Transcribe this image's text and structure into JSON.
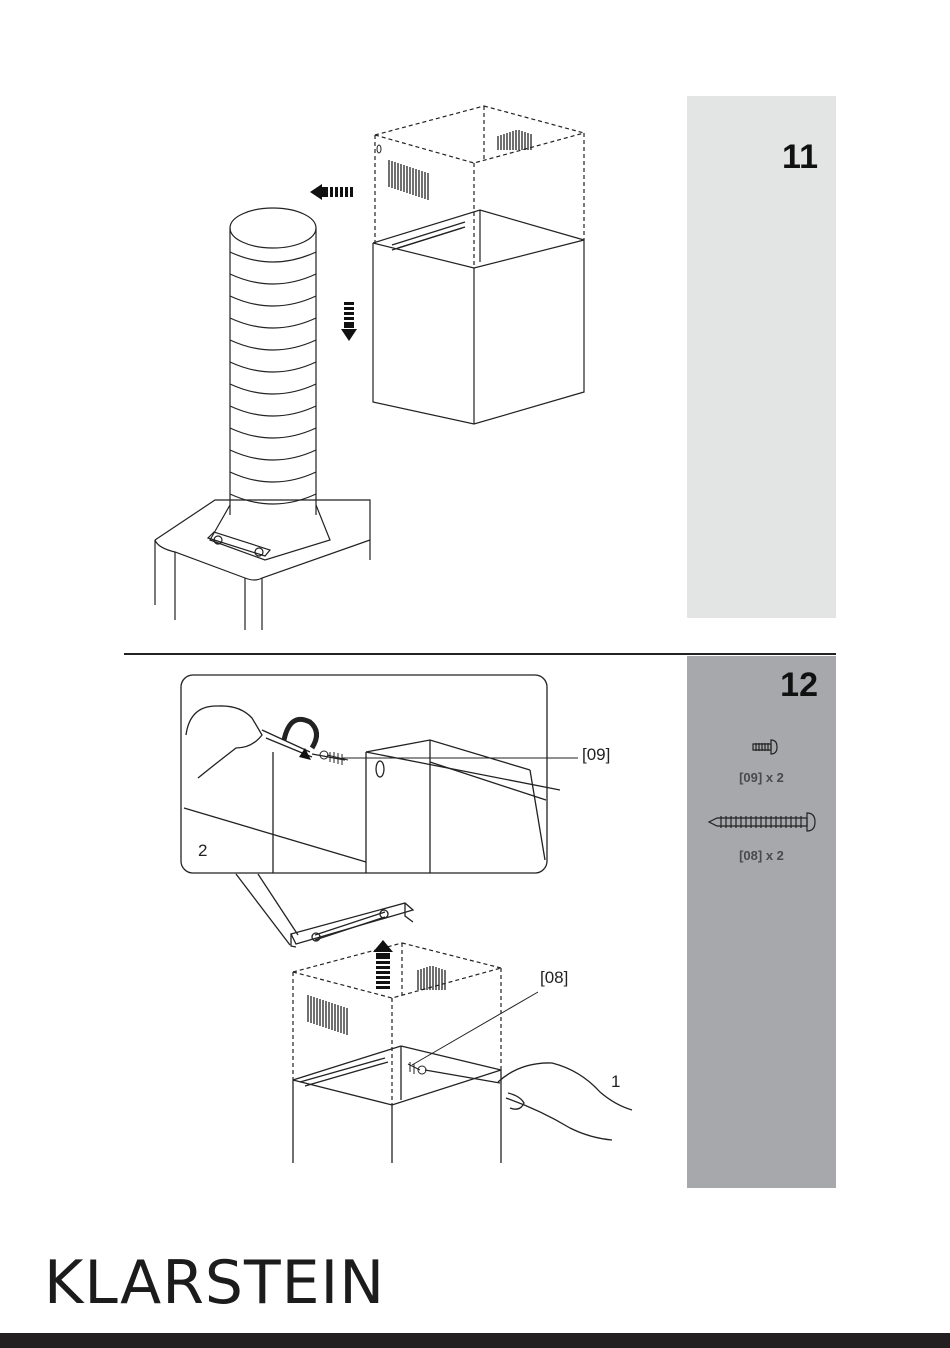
{
  "steps": [
    {
      "number": "11"
    },
    {
      "number": "12"
    }
  ],
  "parts": [
    {
      "label": "[09] x 2",
      "icon": "short-screw-icon"
    },
    {
      "label": "[08] x 2",
      "icon": "long-screw-icon"
    }
  ],
  "callouts": {
    "part09": "[09]",
    "part08": "[08]",
    "step_a": "2",
    "step_b": "1"
  },
  "brand": {
    "name": "KLARSTEIN"
  },
  "colors": {
    "panel_light": "#e3e4e4",
    "panel_dark": "#a6a8ab",
    "footer": "#231f20"
  }
}
